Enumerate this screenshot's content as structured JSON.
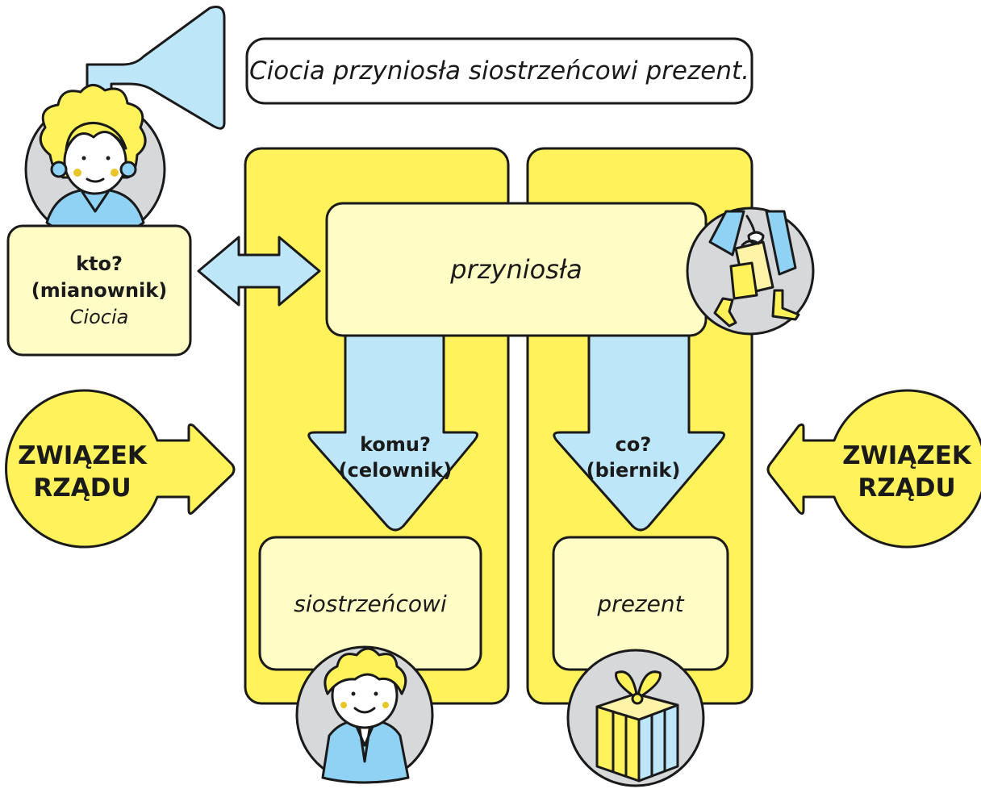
{
  "sentence": "Ciocia przyniosła siostrzeńcowi prezent.",
  "subject": {
    "question": "kto?",
    "case": "(mianownik)",
    "word": "Ciocia"
  },
  "verb": "przyniosła",
  "dative": {
    "question": "komu?",
    "case": "(celownik)",
    "word": "siostrzeńcowi"
  },
  "accusative": {
    "question": "co?",
    "case": "(biernik)",
    "word": "prezent"
  },
  "relation_left": {
    "line1": "ZWIĄZEK",
    "line2": "RZĄDU"
  },
  "relation_right": {
    "line1": "ZWIĄZEK",
    "line2": "RZĄDU"
  },
  "colors": {
    "yellow": "#fff25a",
    "pale_yellow": "#fffcc6",
    "light_blue": "#bde6f8",
    "gray": "#d7d8d9",
    "outline": "#1a1a1a"
  },
  "icons": [
    "aunt-avatar-icon",
    "speech-bubble-icon",
    "walking-with-bags-icon",
    "nephew-avatar-icon",
    "gift-box-icon"
  ]
}
